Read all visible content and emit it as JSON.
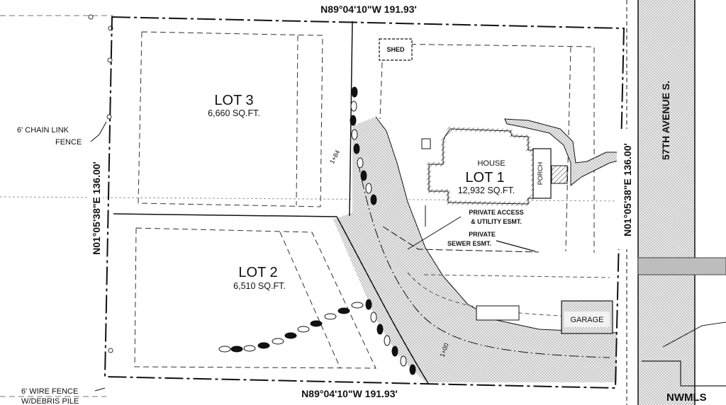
{
  "bearings": {
    "north": "N89°04'10\"W 191.93'",
    "south": "N89°04'10\"W 191.93'",
    "west": "N01°05'38\"E 136.00'",
    "east": "N01°05'38\"E 136.00'"
  },
  "street": "57TH AVENUE S.",
  "lots": {
    "lot3": {
      "name": "LOT 3",
      "area": "6,660 SQ.FT."
    },
    "lot1": {
      "name": "LOT 1",
      "area": "12,932 SQ.FT."
    },
    "lot2": {
      "name": "LOT 2",
      "area": "6,510 SQ.FT."
    }
  },
  "structures": {
    "shed": "SHED",
    "house": "HOUSE",
    "porch": "PORCH",
    "garage": "GARAGE"
  },
  "easements": {
    "access_line1": "PRIVATE ACCESS",
    "access_line2": "& UTILITY ESMT.",
    "sewer_line1": "PRIVATE",
    "sewer_line2": "SEWER ESMT."
  },
  "fences": {
    "chain_line1": "6' CHAIN LINK",
    "chain_line2": "FENCE",
    "wire_line1": "6' WIRE FENCE",
    "wire_line2": "W/DEBRIS PILE"
  },
  "stations": {
    "a": "1+84",
    "b": "1+00"
  },
  "watermark": "NWMLS",
  "colors": {
    "ink": "#111111",
    "shade": "#d4d4d4",
    "street_shade": "#cfcfcf"
  }
}
